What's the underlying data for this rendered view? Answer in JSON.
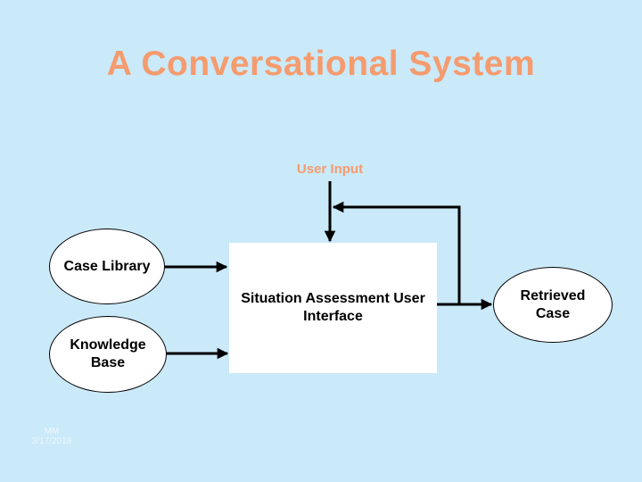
{
  "slide": {
    "title": "A Conversational System"
  },
  "diagram": {
    "user_input_label": "User Input",
    "process_box": {
      "label": "Situation Assessment User Interface"
    },
    "nodes": [
      {
        "id": "case-library",
        "label": "Case Library"
      },
      {
        "id": "knowledge-base",
        "label": "Knowledge Base"
      },
      {
        "id": "retrieved-case",
        "label": "Retrieved Case"
      }
    ],
    "connectors": [
      {
        "name": "user-input-arrow",
        "from": "user-input-label",
        "to": "process-box"
      },
      {
        "name": "feedback-connector",
        "from": "retrieved-case-line",
        "to": "user-input-line"
      },
      {
        "name": "case-library-arrow",
        "from": "case-library",
        "to": "process-box"
      },
      {
        "name": "knowledge-base-arrow",
        "from": "knowledge-base",
        "to": "process-box"
      },
      {
        "name": "retrieved-case-arrow",
        "from": "process-box",
        "to": "retrieved-case"
      }
    ]
  },
  "footer": {
    "initials": "MM",
    "date": "3/17/2018"
  },
  "colors": {
    "background": "#CAE9F9",
    "accent_text": "#F59B6E",
    "shape_fill": "#FFFFFF",
    "line": "#000000",
    "footer_text": "#EDF7FD"
  }
}
